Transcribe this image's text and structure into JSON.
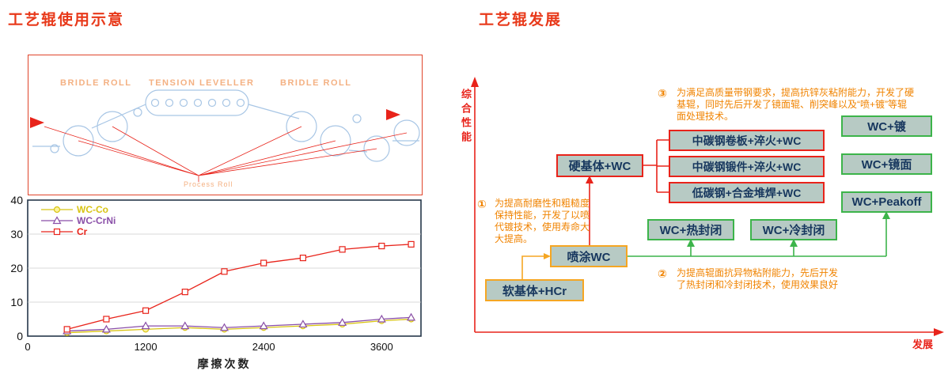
{
  "left": {
    "title": "工艺辊使用示意",
    "schematic": {
      "bridle_left": "BRIDLE ROLL",
      "tension_leveller": "TENSION LEVELLER",
      "bridle_right": "BRIDLE ROLL",
      "process_roll": "Process Roll"
    }
  },
  "chart_data": {
    "type": "line",
    "title": "",
    "xlabel": "摩擦次数",
    "ylabel": "",
    "xlim": [
      0,
      4000
    ],
    "ylim": [
      0,
      40
    ],
    "xticks": [
      0,
      1200,
      2400,
      3600
    ],
    "yticks": [
      0,
      10,
      20,
      30,
      40
    ],
    "grid": "horizontal",
    "legend_position": "top-left",
    "x": [
      400,
      800,
      1200,
      1600,
      2000,
      2400,
      2800,
      3200,
      3600,
      3900
    ],
    "series": [
      {
        "name": "WC-Co",
        "color": "#d8c413",
        "marker": "circle",
        "values": [
          1,
          1.5,
          2,
          2.5,
          2,
          2.5,
          3,
          3.5,
          4.5,
          5
        ]
      },
      {
        "name": "WC-CrNi",
        "color": "#8a4fa8",
        "marker": "triangle",
        "values": [
          1.5,
          2,
          3,
          3,
          2.5,
          3,
          3.5,
          4,
          5,
          5.5
        ]
      },
      {
        "name": "Cr",
        "color": "#e8231a",
        "marker": "square",
        "values": [
          2,
          5,
          7.5,
          13,
          19,
          21.5,
          23,
          25.5,
          26.5,
          27
        ]
      }
    ]
  },
  "right": {
    "title": "工艺辊发展",
    "y_axis_label": "综合性能",
    "x_axis_label": "发展",
    "boxes": {
      "soft_base": "软基体+HCr",
      "spray_wc": "喷涂WC",
      "hard_base": "硬基体+WC",
      "mid_carbon_plate": "中碳钢卷板+淬火+WC",
      "mid_carbon_forge": "中碳钢锻件+淬火+WC",
      "low_carbon_weld": "低碳钢+合金堆焊+WC",
      "wc_hot_seal": "WC+热封闭",
      "wc_cold_seal": "WC+冷封闭",
      "wc_plating": "WC+镀",
      "wc_mirror": "WC+镜面",
      "wc_peakoff": "WC+Peakoff"
    },
    "notes": [
      {
        "num": "①",
        "text": "为提高耐磨性和粗糙度保持性能，开发了以喷代镀技术，使用寿命大大提高。"
      },
      {
        "num": "②",
        "text": "为提高辊面抗异物粘附能力，先后开发了热封闭和冷封闭技术，使用效果良好"
      },
      {
        "num": "③",
        "text": "为满足高质量带钢要求，提高抗锌灰粘附能力，开发了硬基辊，同时先后开发了镜面辊、削突峰以及“喷+镀”等辊面处理技术。"
      }
    ]
  }
}
